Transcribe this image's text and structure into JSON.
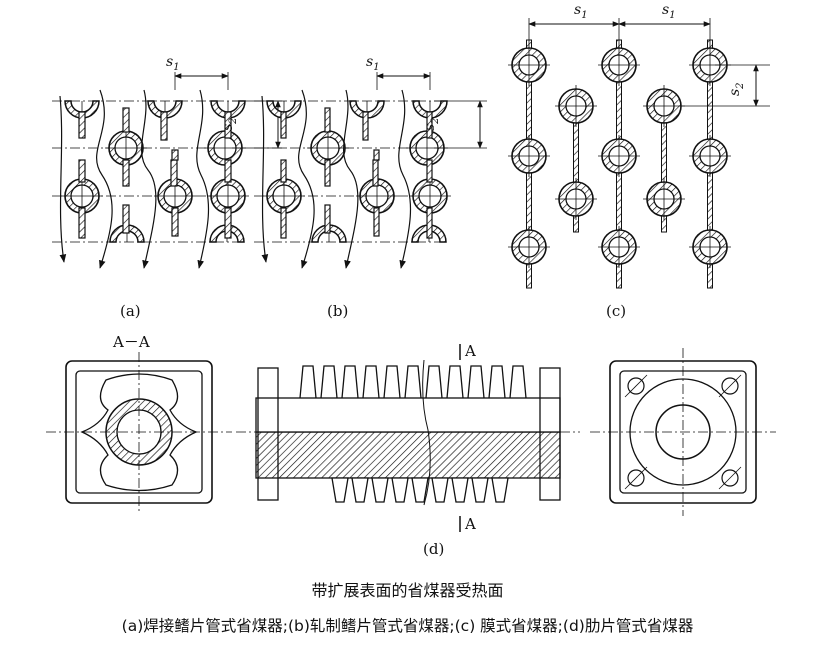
{
  "figure": {
    "title": "带扩展表面的省煤器受热面",
    "legend": "(a)焊接鳍片管式省煤器;(b)轧制鳍片管式省煤器;(c) 膜式省煤器;(d)肋片管式省煤器"
  },
  "panels": {
    "a": "(a)",
    "b": "(b)",
    "c": "(c)",
    "d": "(d)"
  },
  "dimensions": {
    "s1": "s",
    "s1_sub": "1",
    "s2": "s",
    "s2_sub": "2"
  },
  "sections": {
    "aa": "A－A",
    "a_top": "A",
    "a_bottom": "A"
  },
  "colors": {
    "line": "#111111",
    "hatch": "#111111",
    "background": "#ffffff"
  }
}
